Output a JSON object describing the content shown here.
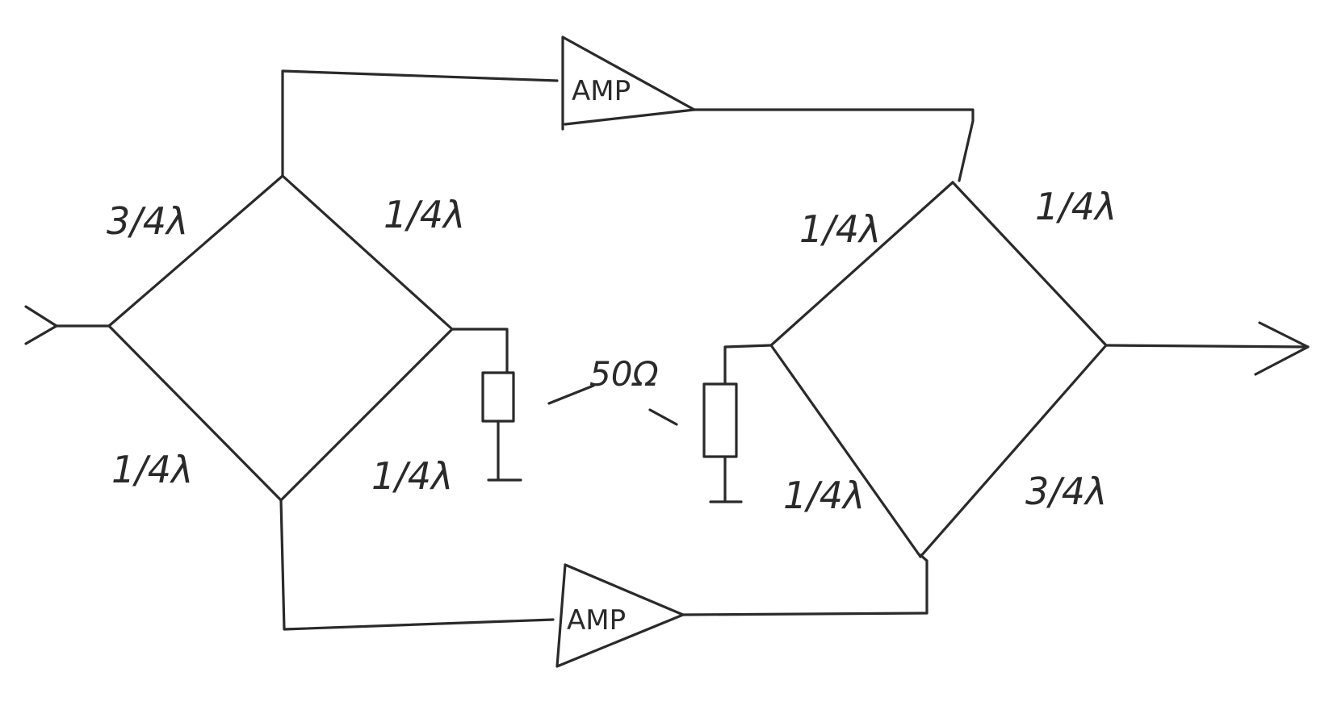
{
  "diagram": {
    "line_color": "#2a2a2a",
    "background": "#ffffff",
    "labels": {
      "left_upper_left": "3/4λ",
      "left_upper_right": "1/4λ",
      "left_lower_left": "1/4λ",
      "left_lower_right": "1/4λ",
      "right_upper_left": "1/4λ",
      "right_upper_right": "1/4λ",
      "right_lower_left": "1/4λ",
      "right_lower_right": "3/4λ",
      "resistor_value": "50Ω"
    },
    "amplifiers": {
      "top": "AMP",
      "bottom": "AMP"
    }
  }
}
